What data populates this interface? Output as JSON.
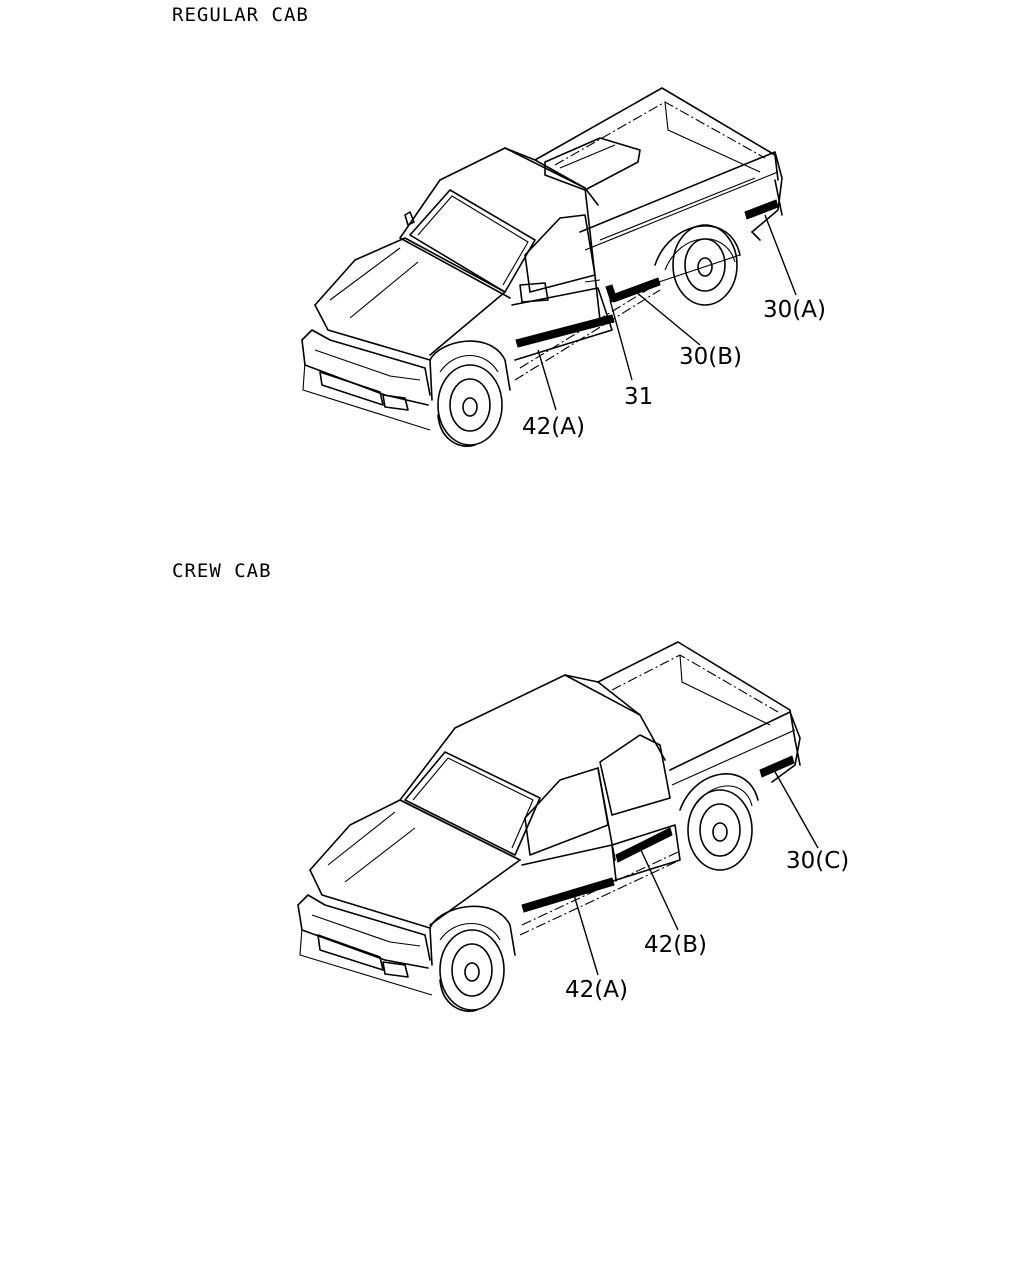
{
  "regular_cab": {
    "title": "REGULAR CAB",
    "callouts": {
      "c1": "30(A)",
      "c2": "30(B)",
      "c3": "31",
      "c4": "42(A)"
    }
  },
  "crew_cab": {
    "title": "CREW CAB",
    "callouts": {
      "c1": "30(C)",
      "c2": "42(B)",
      "c3": "42(A)"
    }
  }
}
